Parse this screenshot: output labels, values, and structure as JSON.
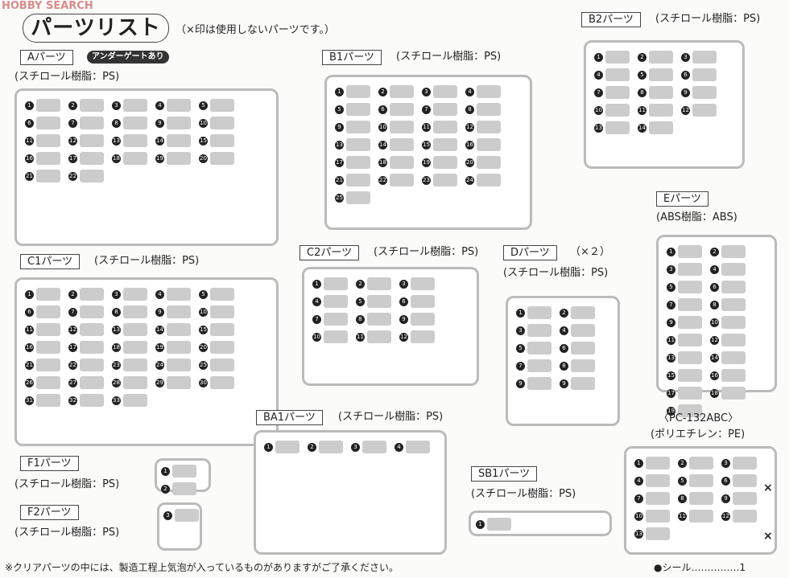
{
  "watermark": "HOBBY SEARCH",
  "title": "パーツリスト",
  "note": "（×印は使用しないパーツです。）",
  "sections": {
    "A": {
      "label": "Aパーツ",
      "badge": "アンダーゲートあり",
      "material": "(スチロール樹脂：PS)",
      "parts": [
        "1",
        "2",
        "3",
        "4",
        "5",
        "6",
        "7",
        "8",
        "9",
        "10",
        "11",
        "12",
        "13",
        "14",
        "15",
        "16",
        "17",
        "18",
        "19",
        "20",
        "21",
        "22"
      ]
    },
    "B1": {
      "label": "B1パーツ",
      "material": "(スチロール樹脂：PS)",
      "parts": [
        "1",
        "2",
        "3",
        "4",
        "5",
        "6",
        "7",
        "8",
        "9",
        "10",
        "11",
        "12",
        "13",
        "14",
        "15",
        "16",
        "17",
        "18",
        "19",
        "20",
        "21",
        "22",
        "23",
        "24",
        "25"
      ]
    },
    "B2": {
      "label": "B2パーツ",
      "material": "(スチロール樹脂：PS)",
      "parts": [
        "1",
        "2",
        "3",
        "4",
        "5",
        "6",
        "7",
        "8",
        "9",
        "10",
        "11",
        "12",
        "13",
        "14"
      ]
    },
    "E": {
      "label": "Eパーツ",
      "material": "(ABS樹脂：ABS)",
      "parts": [
        "1",
        "2",
        "3",
        "4",
        "5",
        "6",
        "7",
        "8",
        "9",
        "10",
        "11",
        "12",
        "13",
        "14",
        "15",
        "16",
        "17",
        "18",
        "19"
      ]
    },
    "C1": {
      "label": "C1パーツ",
      "material": "(スチロール樹脂：PS)",
      "parts": [
        "1",
        "2",
        "3",
        "4",
        "5",
        "6",
        "7",
        "8",
        "9",
        "10",
        "11",
        "12",
        "13",
        "14",
        "15",
        "16",
        "17",
        "18",
        "19",
        "20",
        "21",
        "22",
        "23",
        "24",
        "25",
        "26",
        "27",
        "28",
        "29",
        "30",
        "31",
        "32",
        "33"
      ]
    },
    "C2": {
      "label": "C2パーツ",
      "material": "(スチロール樹脂：PS)",
      "parts": [
        "1",
        "2",
        "3",
        "4",
        "5",
        "6",
        "7",
        "8",
        "9",
        "10",
        "11",
        "12"
      ]
    },
    "D": {
      "label": "Dパーツ",
      "multiplier": "（×２）",
      "material": "(スチロール樹脂：PS)",
      "parts": [
        "1",
        "2",
        "3",
        "4",
        "5",
        "6",
        "7",
        "8",
        "9",
        "9"
      ]
    },
    "BA1": {
      "label": "BA1パーツ",
      "material": "(スチロール樹脂：PS)",
      "parts": [
        "1",
        "2",
        "3",
        "4"
      ]
    },
    "SB1": {
      "label": "SB1パーツ",
      "material": "(スチロール樹脂：PS)",
      "parts": [
        "1"
      ]
    },
    "F1": {
      "label": "F1パーツ",
      "material": "(スチロール樹脂：PS)",
      "parts": [
        "1",
        "2"
      ]
    },
    "F2": {
      "label": "F2パーツ",
      "material": "(スチロール樹脂：PS)",
      "parts": [
        "3"
      ]
    },
    "PC": {
      "label": "〈PC-132ABC〉",
      "material": "(ポリエチレン：PE)",
      "parts": [
        "1",
        "2",
        "3",
        "4",
        "5",
        "6",
        "7",
        "8",
        "9",
        "10",
        "11",
        "12",
        "13"
      ],
      "unused_mark": "×"
    }
  },
  "footnote": "※クリアパーツの中には、製造工程上気泡が入っているものがありますがご了承ください。",
  "seal": "●シール……………1"
}
